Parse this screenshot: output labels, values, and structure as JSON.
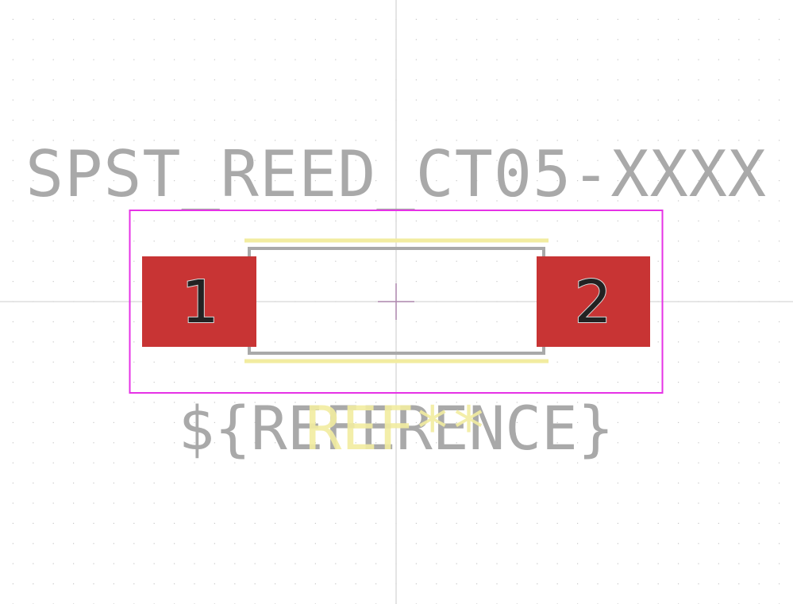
{
  "footprint": {
    "value_text": "SPST_REED_CT05-XXXX",
    "reference_field_text": "${REFERENCE}",
    "reference_silk_text": "REF**",
    "pads": [
      {
        "number": "1"
      },
      {
        "number": "2"
      }
    ]
  },
  "colors": {
    "background": "#ffffff",
    "grid_dot": "#c8c8c8",
    "axis_line": "#d6d6d6",
    "fab_layer": "#a9a9a9",
    "silkscreen": "#f2eca0",
    "courtyard": "#e632e6",
    "pad": "#c83434",
    "pad_number": "#222222",
    "anchor": "#b08ab0"
  }
}
